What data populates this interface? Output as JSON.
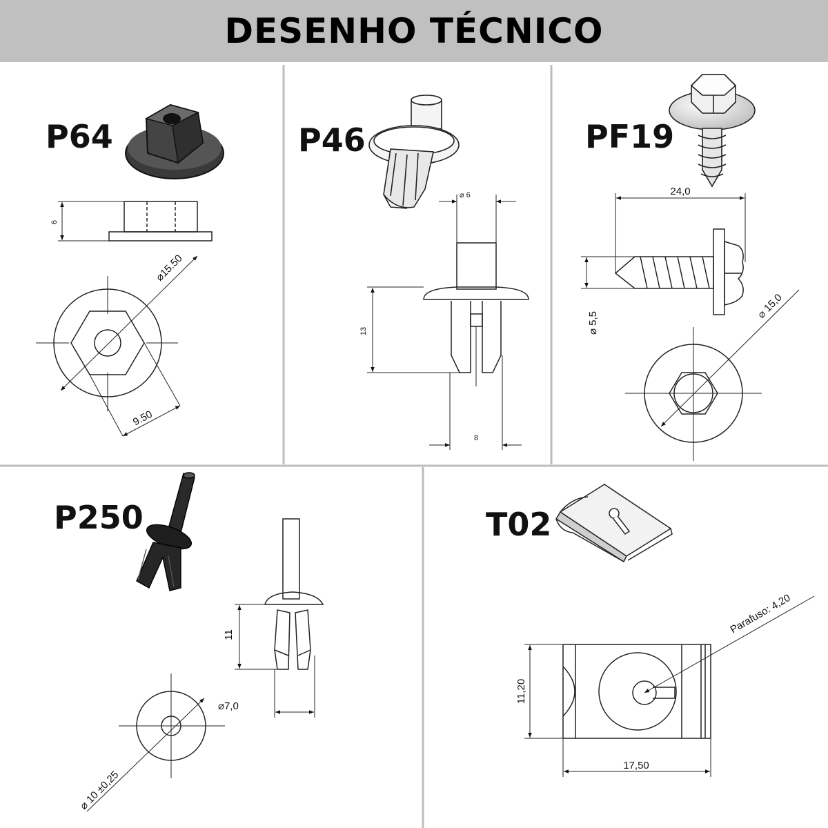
{
  "title": "DESENHO TÉCNICO",
  "parts": {
    "p64": {
      "code": "P64",
      "dims": {
        "height": "6",
        "outer_diameter": "⌀15.50",
        "hex": "9.50"
      }
    },
    "p46": {
      "code": "P46",
      "dims": {
        "top_diameter": "⌀ 6",
        "height": "13",
        "width": "8"
      }
    },
    "pf19": {
      "code": "PF19",
      "dims": {
        "length": "24,0",
        "thread_diameter": "⌀ 5,5",
        "washer_diameter": "⌀ 15,0"
      }
    },
    "p250": {
      "code": "P250",
      "dims": {
        "height": "11",
        "width": "⌀7,0",
        "hole": "⌀ 10 ±0,25"
      }
    },
    "t02": {
      "code": "T02",
      "dims": {
        "screw": "Parafuso: 4,20",
        "height": "11,20",
        "width": "17,50"
      }
    }
  }
}
